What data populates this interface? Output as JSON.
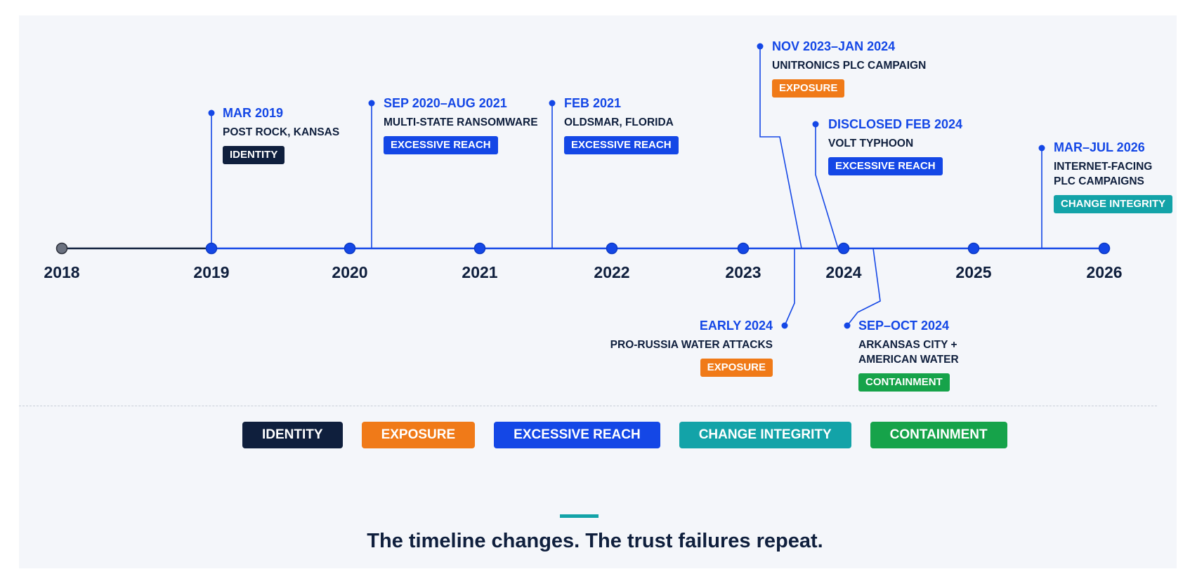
{
  "colors": {
    "identity": "#0f1f3d",
    "exposure": "#f07a18",
    "excessive_reach": "#1447e6",
    "change_integrity": "#13a3a8",
    "containment": "#16a34a",
    "axis": "#1447e6",
    "axis_start": "#6b7280"
  },
  "years": [
    "2018",
    "2019",
    "2020",
    "2021",
    "2022",
    "2023",
    "2024",
    "2025",
    "2026"
  ],
  "events": [
    {
      "date": "MAR 2019",
      "title": "POST ROCK, KANSAS",
      "tag": "IDENTITY",
      "category": "identity"
    },
    {
      "date": "SEP 2020–AUG 2021",
      "title": "MULTI-STATE RANSOMWARE",
      "tag": "EXCESSIVE REACH",
      "category": "excessive_reach"
    },
    {
      "date": "FEB 2021",
      "title": "OLDSMAR, FLORIDA",
      "tag": "EXCESSIVE REACH",
      "category": "excessive_reach"
    },
    {
      "date": "NOV 2023–JAN 2024",
      "title": "UNITRONICS PLC CAMPAIGN",
      "tag": "EXPOSURE",
      "category": "exposure"
    },
    {
      "date": "DISCLOSED FEB 2024",
      "title": "VOLT TYPHOON",
      "tag": "EXCESSIVE REACH",
      "category": "excessive_reach"
    },
    {
      "date": "MAR–JUL 2026",
      "title": "INTERNET-FACING PLC CAMPAIGNS",
      "tag": "CHANGE INTEGRITY",
      "category": "change_integrity"
    },
    {
      "date": "EARLY 2024",
      "title": "PRO-RUSSIA WATER ATTACKS",
      "tag": "EXPOSURE",
      "category": "exposure"
    },
    {
      "date": "SEP–OCT 2024",
      "title": "ARKANSAS CITY + AMERICAN WATER",
      "tag": "CONTAINMENT",
      "category": "containment"
    }
  ],
  "legend": [
    {
      "label": "IDENTITY",
      "category": "identity"
    },
    {
      "label": "EXPOSURE",
      "category": "exposure"
    },
    {
      "label": "EXCESSIVE REACH",
      "category": "excessive_reach"
    },
    {
      "label": "CHANGE INTEGRITY",
      "category": "change_integrity"
    },
    {
      "label": "CONTAINMENT",
      "category": "containment"
    }
  ],
  "tagline": "The timeline changes. The trust failures repeat."
}
